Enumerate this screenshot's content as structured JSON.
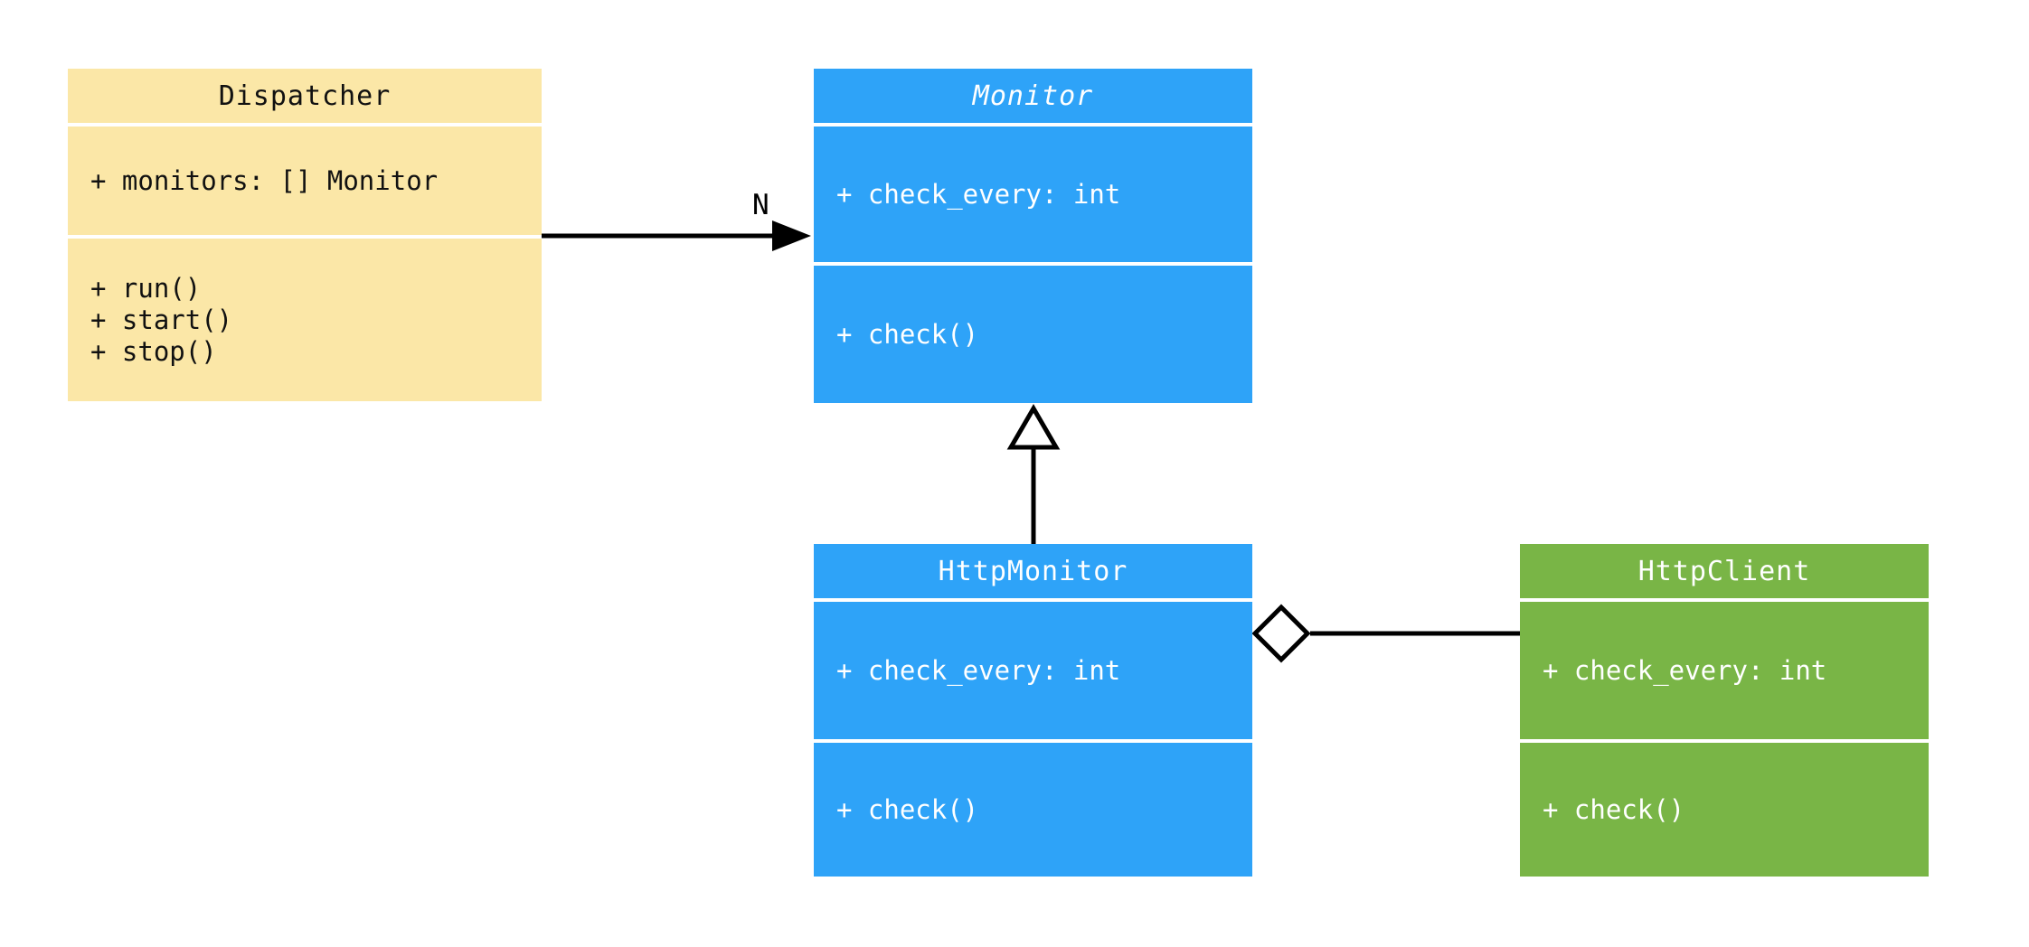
{
  "diagram": {
    "type": "uml-class-diagram",
    "colors": {
      "dispatcher_fill": "#FBE7A7",
      "monitor_fill": "#2EA3F8",
      "http_monitor_fill": "#2EA3F8",
      "http_client_fill": "#79B546",
      "dark_text": "#111111",
      "light_text": "#FFFFFF",
      "edge_color": "#000000",
      "background": "#FFFFFF"
    },
    "classes": [
      {
        "name": "Dispatcher",
        "abstract": false,
        "fill": "#FBE7A7",
        "text_color": "#111111",
        "attributes": [
          "+ monitors: [] Monitor"
        ],
        "methods": [
          "+ run()",
          "+ start()",
          "+ stop()"
        ]
      },
      {
        "name": "Monitor",
        "abstract": true,
        "fill": "#2EA3F8",
        "text_color": "#FFFFFF",
        "attributes": [
          "+ check_every: int"
        ],
        "methods": [
          "+ check()"
        ]
      },
      {
        "name": "HttpMonitor",
        "abstract": false,
        "fill": "#2EA3F8",
        "text_color": "#FFFFFF",
        "attributes": [
          "+ check_every: int"
        ],
        "methods": [
          "+ check()"
        ]
      },
      {
        "name": "HttpClient",
        "abstract": false,
        "fill": "#79B546",
        "text_color": "#FFFFFF",
        "attributes": [
          "+ check_every: int"
        ],
        "methods": [
          "+ check()"
        ]
      }
    ],
    "relationships": [
      {
        "type": "association",
        "from": "Dispatcher",
        "to": "Monitor",
        "label": "N"
      },
      {
        "type": "inheritance",
        "from": "HttpMonitor",
        "to": "Monitor",
        "label": ""
      },
      {
        "type": "aggregation",
        "from": "HttpMonitor",
        "to": "HttpClient",
        "label": ""
      }
    ]
  }
}
